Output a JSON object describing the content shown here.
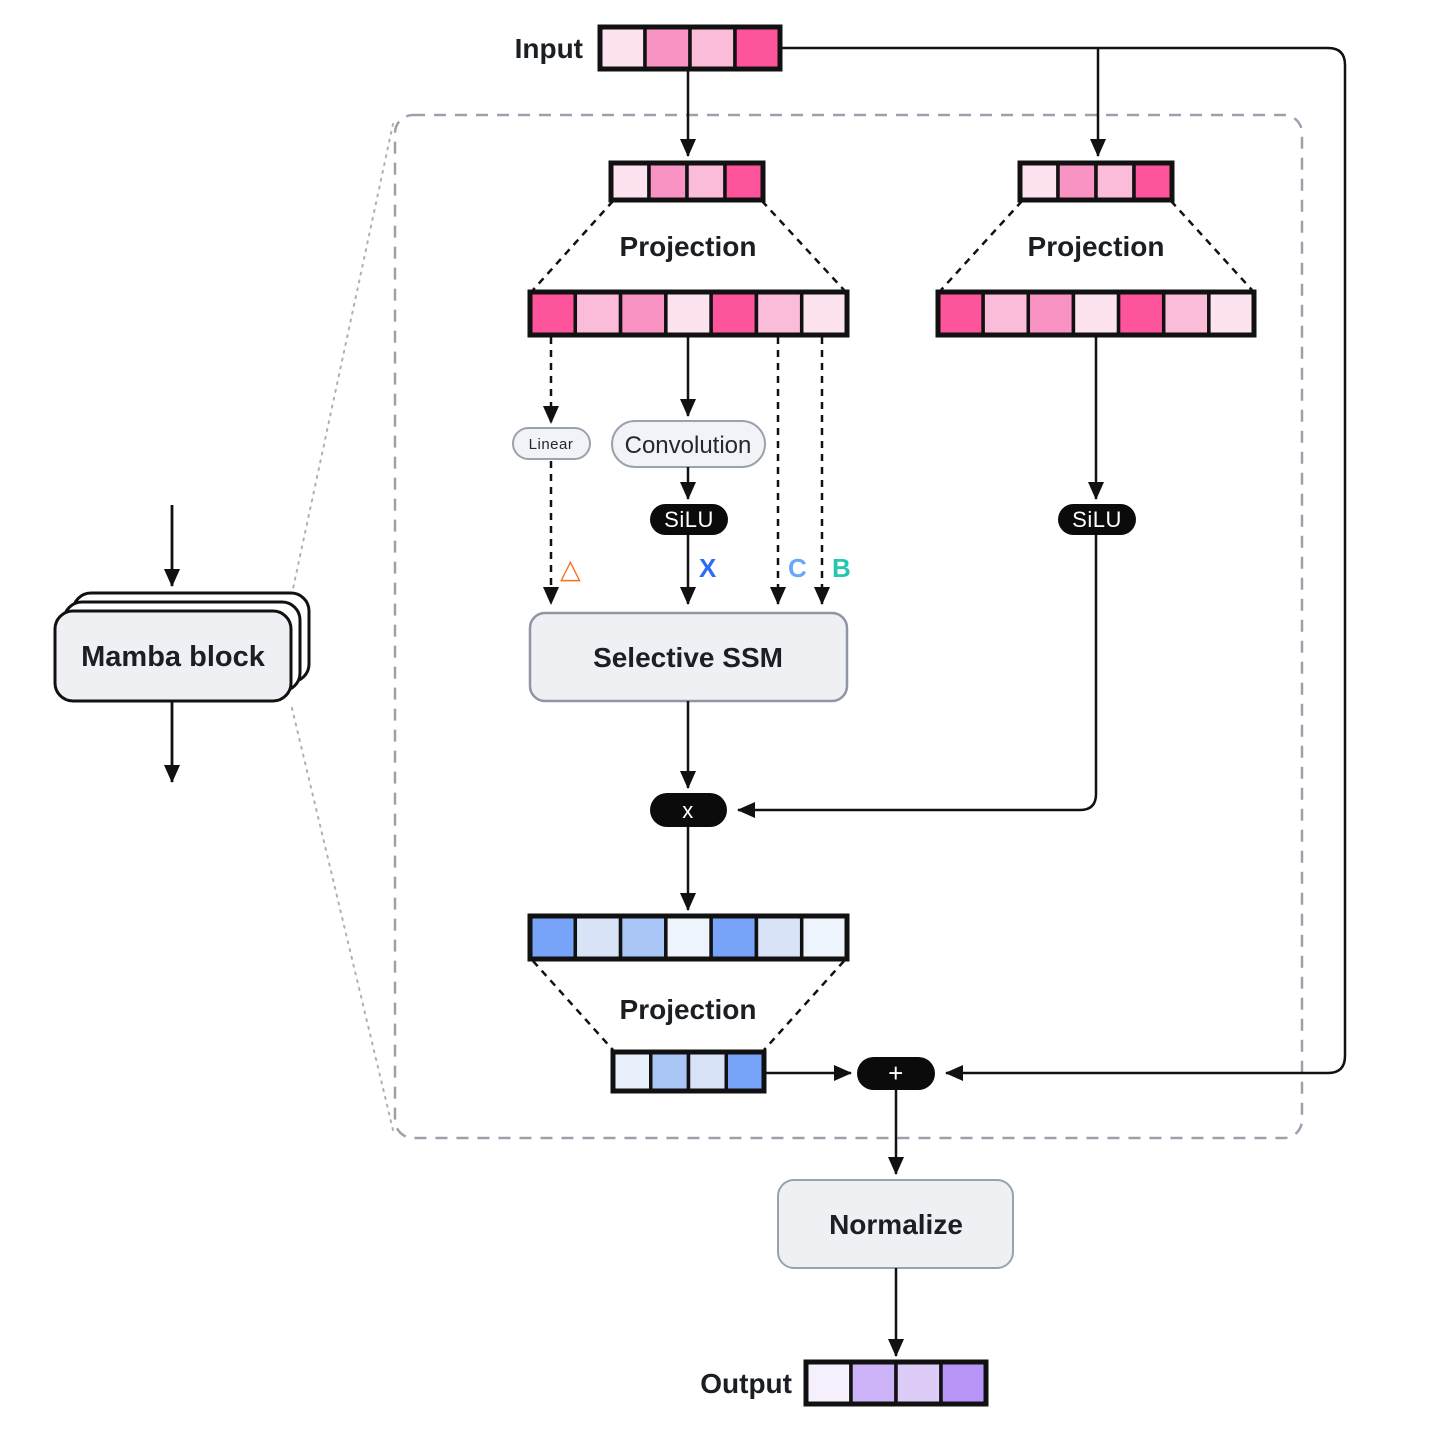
{
  "diagram": {
    "input_label": "Input",
    "output_label": "Output",
    "mamba_block_label": "Mamba block",
    "projection_left_label": "Projection",
    "projection_right_label": "Projection",
    "projection_output_label": "Projection",
    "linear_label": "Linear",
    "convolution_label": "Convolution",
    "silu_left_label": "SiLU",
    "silu_right_label": "SiLU",
    "selective_ssm_label": "Selective SSM",
    "normalize_label": "Normalize",
    "multiply_node_label": "x",
    "add_node_label": "+",
    "signals": {
      "delta": {
        "label": "△",
        "color": "#F4731F"
      },
      "x": {
        "label": "X",
        "color": "#2E6BF6"
      },
      "c": {
        "label": "C",
        "color": "#69A8F8"
      },
      "b": {
        "label": "B",
        "color": "#24C6B2"
      }
    }
  },
  "palette": {
    "cell_border": "#111111",
    "line": "#111111",
    "box_fill": "#EEF0F4",
    "box_border": "#8E96A3",
    "pill_fill": "#F1F3F6",
    "pill_border": "#9AA2AD",
    "node_fill": "#0B0B0B",
    "node_text": "#FFFFFF",
    "dashed_box_border": "#99A1AD",
    "dotted_line": "#B0B0B0"
  },
  "vectors": {
    "input": {
      "cells": [
        "#FDE2EF",
        "#F993C4",
        "#FBBCDA",
        "#FD549B"
      ]
    },
    "left_top": {
      "cells": [
        "#FDE2EF",
        "#F993C4",
        "#FBBCDA",
        "#FD549B"
      ]
    },
    "right_top": {
      "cells": [
        "#FDE2EF",
        "#F993C4",
        "#FBBCDA",
        "#FD549B"
      ]
    },
    "left_wide": {
      "cells": [
        "#FD549B",
        "#FBBCDA",
        "#F993C4",
        "#FDE2EF",
        "#FD549B",
        "#FBBCDA",
        "#FDE2EF"
      ]
    },
    "right_wide": {
      "cells": [
        "#FD549B",
        "#FBBCDA",
        "#F993C4",
        "#FDE2EF",
        "#FD549B",
        "#FBBCDA",
        "#FDE2EF"
      ]
    },
    "ssm_out_wide": {
      "cells": [
        "#77A3F8",
        "#D8E3F8",
        "#A9C6F7",
        "#EEF4FC",
        "#77A3F8",
        "#D8E3F8",
        "#EEF4FC"
      ]
    },
    "ssm_out_narrow": {
      "cells": [
        "#EAF1FC",
        "#A9C6F7",
        "#D8E3F8",
        "#77A3F8"
      ]
    },
    "output": {
      "cells": [
        "#F5F0FB",
        "#CDB4F8",
        "#DDCCF8",
        "#B795F7"
      ]
    }
  }
}
